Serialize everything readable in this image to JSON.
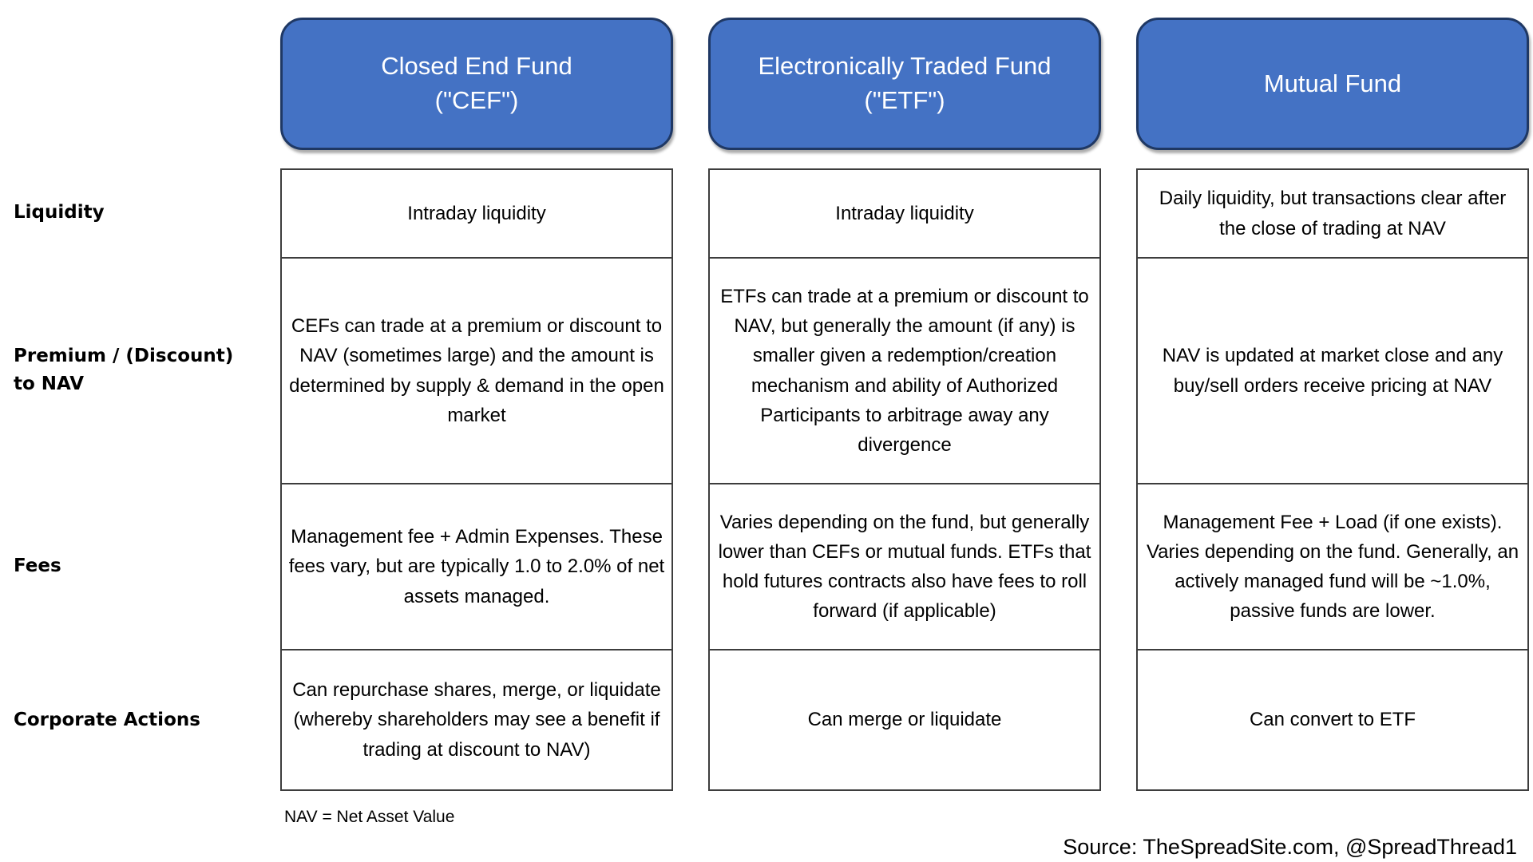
{
  "colors": {
    "header_fill": "#4472C4",
    "header_border": "#1F3864",
    "header_text": "#FFFFFF",
    "cell_border": "#3D3D3D",
    "body_text": "#000000",
    "background": "#FFFFFF"
  },
  "columns": [
    {
      "id": "cef",
      "title_line1": "Closed End Fund",
      "title_line2": "(\"CEF\")"
    },
    {
      "id": "etf",
      "title_line1": "Electronically Traded Fund",
      "title_line2": "(\"ETF\")"
    },
    {
      "id": "mutual_fund",
      "title_line1": "Mutual Fund",
      "title_line2": ""
    }
  ],
  "rows": [
    {
      "label": "Liquidity",
      "cells": [
        "Intraday liquidity",
        "Intraday liquidity",
        "Daily liquidity, but transactions clear after the close of trading at NAV"
      ]
    },
    {
      "label": "Premium / (Discount)\nto NAV",
      "cells": [
        "CEFs can trade at a premium or discount to NAV (sometimes large) and the amount is determined by supply & demand in the open market",
        "ETFs can trade at a premium or discount to NAV, but generally the amount (if any) is smaller given a redemption/creation mechanism and ability of Authorized Participants to arbitrage away any divergence",
        "NAV is updated at market close and any buy/sell orders receive pricing at NAV"
      ]
    },
    {
      "label": "Fees",
      "cells": [
        "Management fee + Admin Expenses. These fees vary, but are typically 1.0 to 2.0% of net assets managed.",
        "Varies depending on the fund, but generally lower than CEFs or mutual funds. ETFs that hold futures contracts also have fees to roll forward (if applicable)",
        "Management Fee + Load (if one exists). Varies depending on the fund. Generally, an actively managed fund will be ~1.0%, passive funds are lower."
      ]
    },
    {
      "label": "Corporate Actions",
      "cells": [
        "Can repurchase shares, merge, or liquidate (whereby shareholders may see a benefit if trading at discount to NAV)",
        "Can merge or liquidate",
        "Can convert to ETF"
      ]
    }
  ],
  "footnote": "NAV = Net Asset Value",
  "source": "Source: TheSpreadSite.com, @SpreadThread1"
}
